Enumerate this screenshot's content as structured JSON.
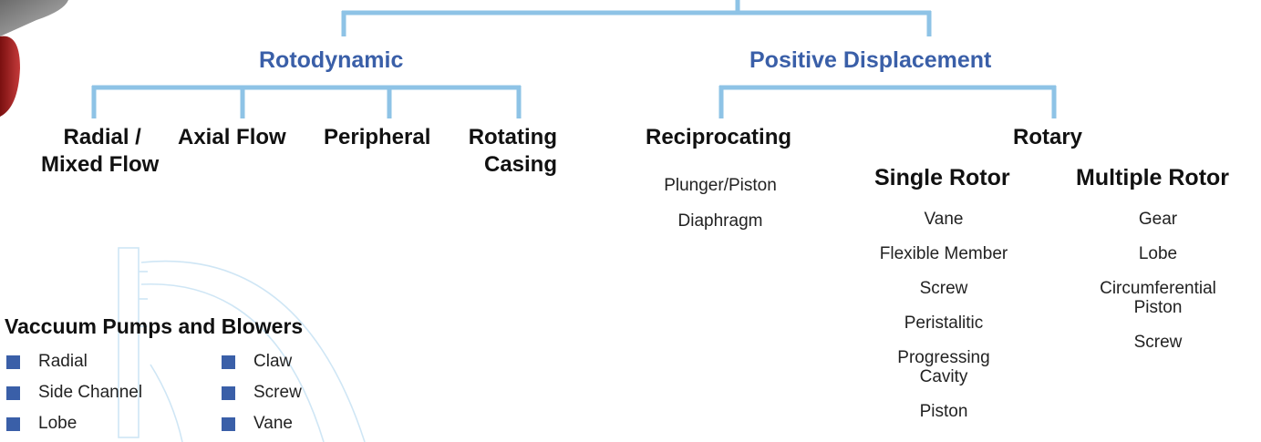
{
  "colors": {
    "connector": "#8ec3e6",
    "category": "#3a5fa8",
    "bullet": "#3a5fa8"
  },
  "rotodynamic": {
    "title": "Rotodynamic",
    "types": {
      "radial_line1": "Radial /",
      "radial_line2": "Mixed Flow",
      "axial": "Axial Flow",
      "peripheral": "Peripheral",
      "rotating_line1": "Rotating",
      "rotating_line2": "Casing"
    }
  },
  "positive_displacement": {
    "title": "Positive Displacement",
    "reciprocating": {
      "title": "Reciprocating",
      "items": [
        "Plunger/Piston",
        "Diaphragm"
      ]
    },
    "rotary": {
      "title": "Rotary",
      "single_rotor": {
        "title": "Single Rotor",
        "items": [
          "Vane",
          "Flexible Member",
          "Screw",
          "Peristalitic",
          "Progressing Cavity",
          "Piston"
        ]
      },
      "multiple_rotor": {
        "title": "Multiple Rotor",
        "items": [
          "Gear",
          "Lobe",
          "Circumferential Piston",
          "Screw"
        ]
      }
    }
  },
  "vacuum": {
    "title": "Vaccuum Pumps and Blowers",
    "col1": [
      "Radial",
      "Side Channel",
      "Lobe"
    ],
    "col2": [
      "Claw",
      "Screw",
      "Vane"
    ]
  }
}
